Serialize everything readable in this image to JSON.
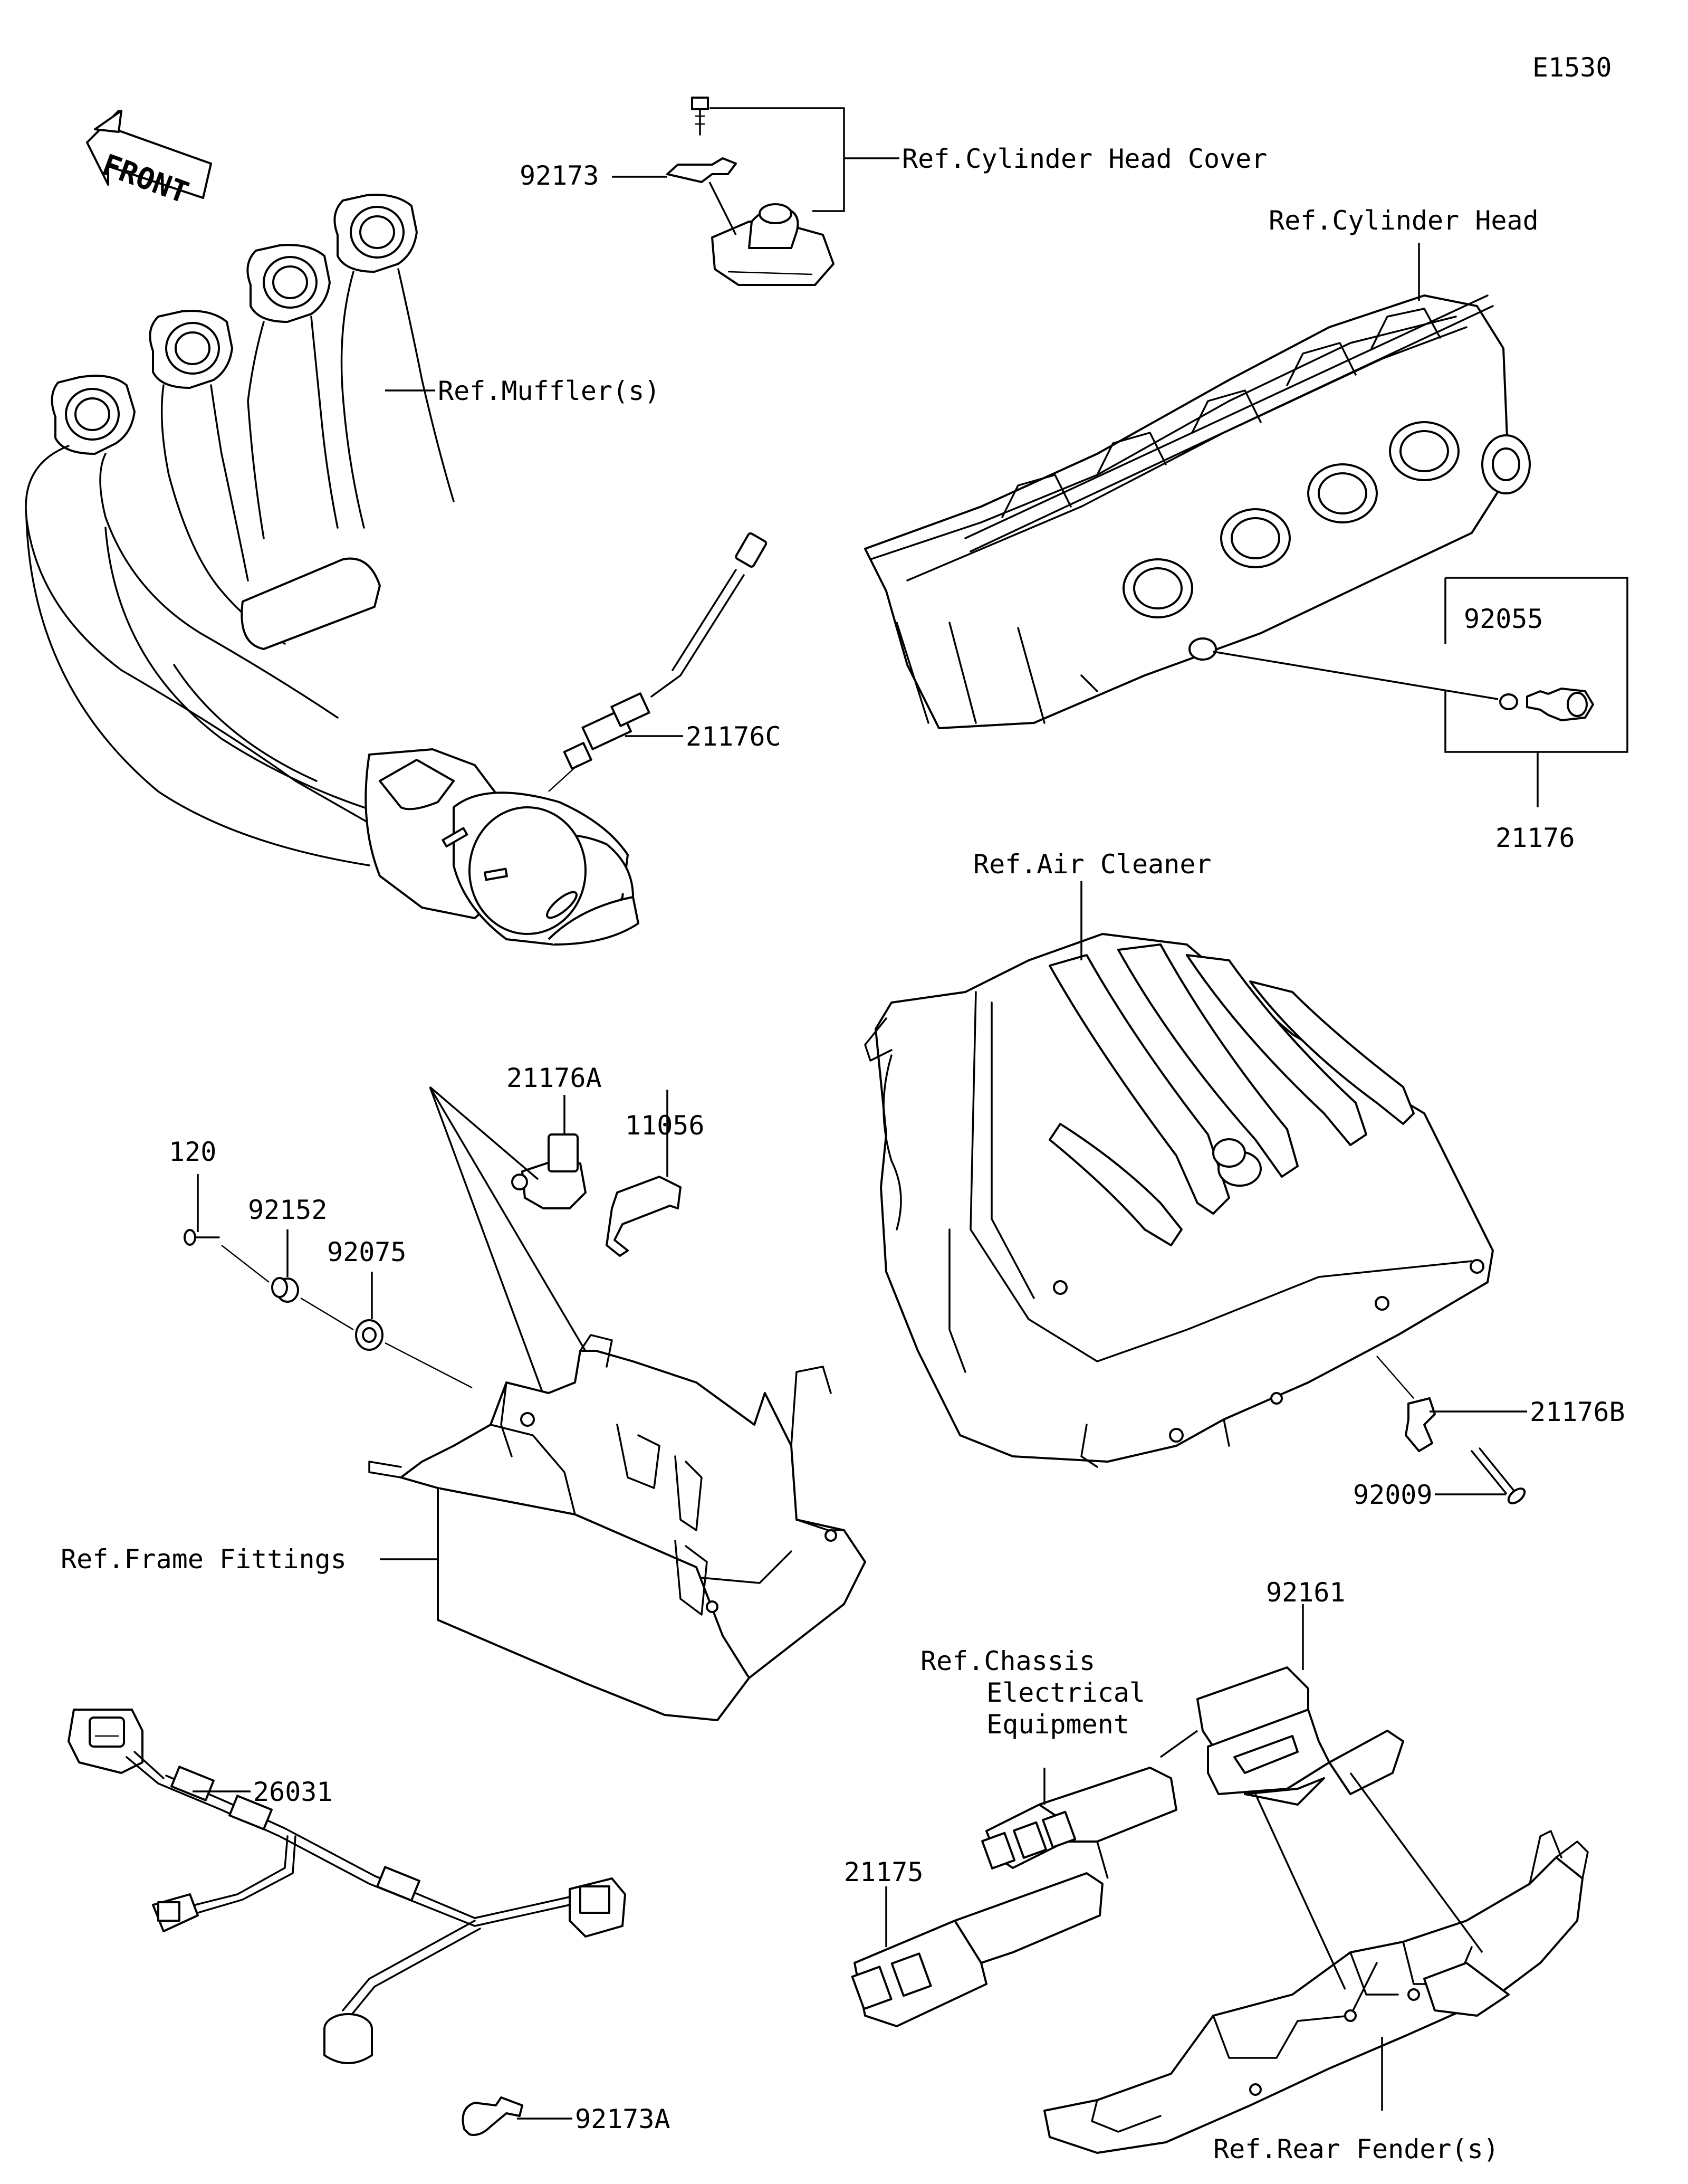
{
  "diagram_code": "E1530",
  "front_arrow_label": "FRONT",
  "labels": {
    "p92173": "92173",
    "ref_cylinder_head_cover": "Ref.Cylinder Head Cover",
    "ref_cylinder_head": "Ref.Cylinder Head",
    "ref_mufflers": "Ref.Muffler(s)",
    "p21176C": "21176C",
    "p92055": "92055",
    "p21176": "21176",
    "ref_air_cleaner": "Ref.Air Cleaner",
    "p21176A": "21176A",
    "p11056": "11056",
    "p120": "120",
    "p92152": "92152",
    "p92075": "92075",
    "p21176B": "21176B",
    "p92009": "92009",
    "ref_frame_fittings": "Ref.Frame Fittings",
    "p92161": "92161",
    "ref_chassis_1": "Ref.Chassis",
    "ref_chassis_2": "Electrical",
    "ref_chassis_3": "Equipment",
    "p26031": "26031",
    "p21175": "21175",
    "p92173A": "92173A",
    "ref_rear_fender": "Ref.Rear Fender(s)"
  }
}
